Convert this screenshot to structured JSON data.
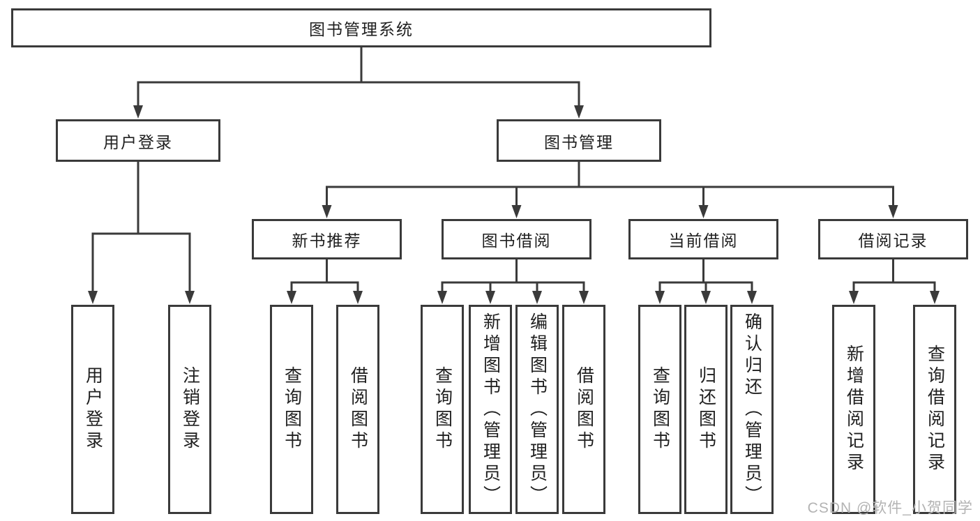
{
  "tree": {
    "root": {
      "label": "图书管理系统"
    },
    "children": [
      {
        "label": "用户登录",
        "children": [
          {
            "label": "用户登录"
          },
          {
            "label": "注销登录"
          }
        ]
      },
      {
        "label": "图书管理",
        "children": [
          {
            "label": "新书推荐",
            "children": [
              {
                "label": "查询图书"
              },
              {
                "label": "借阅图书"
              }
            ]
          },
          {
            "label": "图书借阅",
            "children": [
              {
                "label": "查询图书"
              },
              {
                "label": "新增图书（管理员）"
              },
              {
                "label": "编辑图书（管理员）"
              },
              {
                "label": "借阅图书"
              }
            ]
          },
          {
            "label": "当前借阅",
            "children": [
              {
                "label": "查询图书"
              },
              {
                "label": "归还图书"
              },
              {
                "label": "确认归还（管理员）"
              }
            ]
          },
          {
            "label": "借阅记录",
            "children": [
              {
                "label": "新增借阅记录"
              },
              {
                "label": "查询借阅记录"
              }
            ]
          }
        ]
      }
    ]
  },
  "watermark": {
    "text": "CSDN @软件_小贺同学"
  },
  "colors": {
    "line": "#3a3a3a",
    "box_border": "#3a3a3a",
    "text": "#1f1f1f",
    "watermark": "#b3b3b3",
    "background": "#ffffff"
  }
}
